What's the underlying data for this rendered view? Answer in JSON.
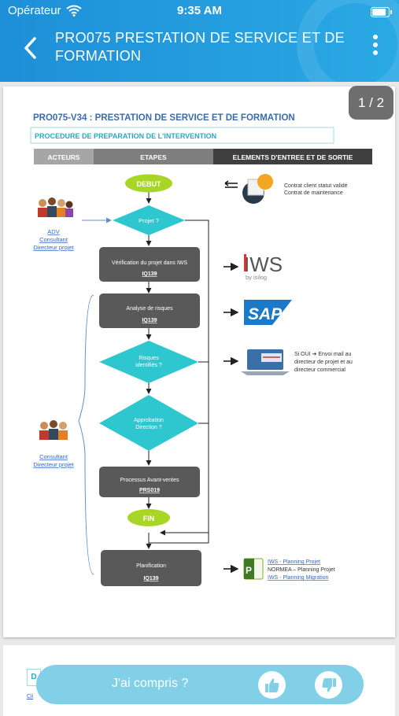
{
  "status_bar": {
    "carrier": "Opérateur",
    "time": "9:35 AM"
  },
  "header": {
    "title": "PRO075 PRESTATION DE SERVICE ET DE FORMATION"
  },
  "page_indicator": "1 / 2",
  "document": {
    "title": "PRO075-V34 : PRESTATION DE SERVICE ET DE FORMATION",
    "subtitle": "PROCEDURE DE PREPARATION DE L'INTERVENTION",
    "columns": [
      "ACTEURS",
      "ETAPES",
      "ELEMENTS D'ENTREE ET DE SORTIE"
    ],
    "actors1": [
      "ADV",
      "Consultant",
      "Directeur projet"
    ],
    "actors2": [
      "Consultant",
      "Directeur projet"
    ],
    "steps": {
      "debut": "DEBUT",
      "projet": "Projet ?",
      "verif": "Vérification du projet dans IWS",
      "verif_ref": "IQ139",
      "analyse": "Analyse de risques",
      "analyse_ref": "IQ139",
      "risques_1": "Risques",
      "risques_2": "identifiés ?",
      "approb_1": "Approbation",
      "approb_2": "Direction ?",
      "avant": "Processus Avant-ventes",
      "avant_ref": "PRS019",
      "fin": "FIN",
      "planif": "Planification",
      "planif_ref": "IQ139"
    },
    "elements": {
      "contrat_1": "Contrat client statut validé",
      "contrat_2": "Contrat de maintenance",
      "iws_logo": "IWS",
      "iws_sub": "by isilog",
      "sap_logo": "SAP",
      "mail_1": "Si OUI ➔ Envoi mail au",
      "mail_2": "directeur de projet et au",
      "mail_3": "directeur commercial",
      "plan_1": "IWS - Planning Projet",
      "plan_2": "NORMEA – Planning Projet",
      "plan_3": "IWS - Planning Migration"
    }
  },
  "page2_snippet": {
    "d": "D",
    "c": "Cli"
  },
  "feedback": {
    "question": "J'ai compris ?"
  },
  "colors": {
    "header_blue": "#2196dc",
    "accent_cyan": "#2ec6cf",
    "lime": "#a8d626",
    "title_blue": "#3a6db0"
  }
}
